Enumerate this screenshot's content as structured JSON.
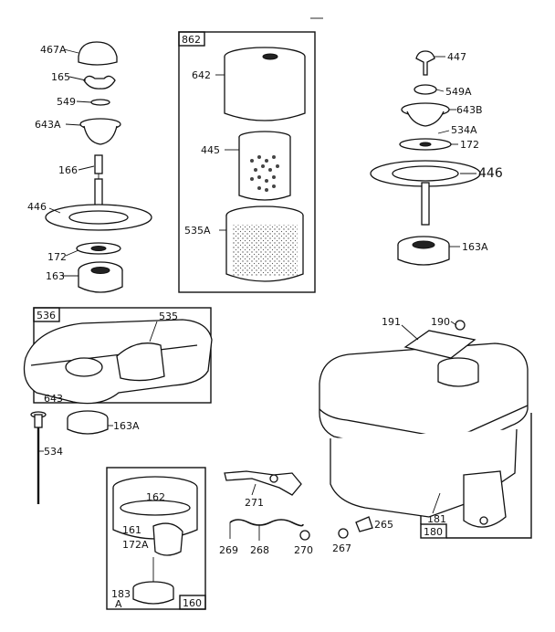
{
  "labels": {
    "l467a": "467A",
    "l165": "165",
    "l549": "549",
    "l643a": "643A",
    "l166": "166",
    "l446a": "446",
    "l172a": "172",
    "l163": "163",
    "l862": "862",
    "l642": "642",
    "l445": "445",
    "l535a": "535A",
    "l447": "447",
    "l549a": "549A",
    "l643b": "643B",
    "l534a": "534A",
    "l172b": "172",
    "l446b": "446",
    "l163a": "163A",
    "l536": "536",
    "l535": "535",
    "l643": "643",
    "l163a2": "163A",
    "l534": "534",
    "l191": "191",
    "l190": "190",
    "l181": "181",
    "l180": "180",
    "l162": "162",
    "l161": "161",
    "l172a2": "172A",
    "l183": "183",
    "l183sub": "A",
    "l160": "160",
    "l271": "271",
    "l269": "269",
    "l268": "268",
    "l270": "270",
    "l267": "267",
    "l265": "265"
  },
  "colors": {
    "ink": "#111111",
    "paper": "#ffffff"
  }
}
